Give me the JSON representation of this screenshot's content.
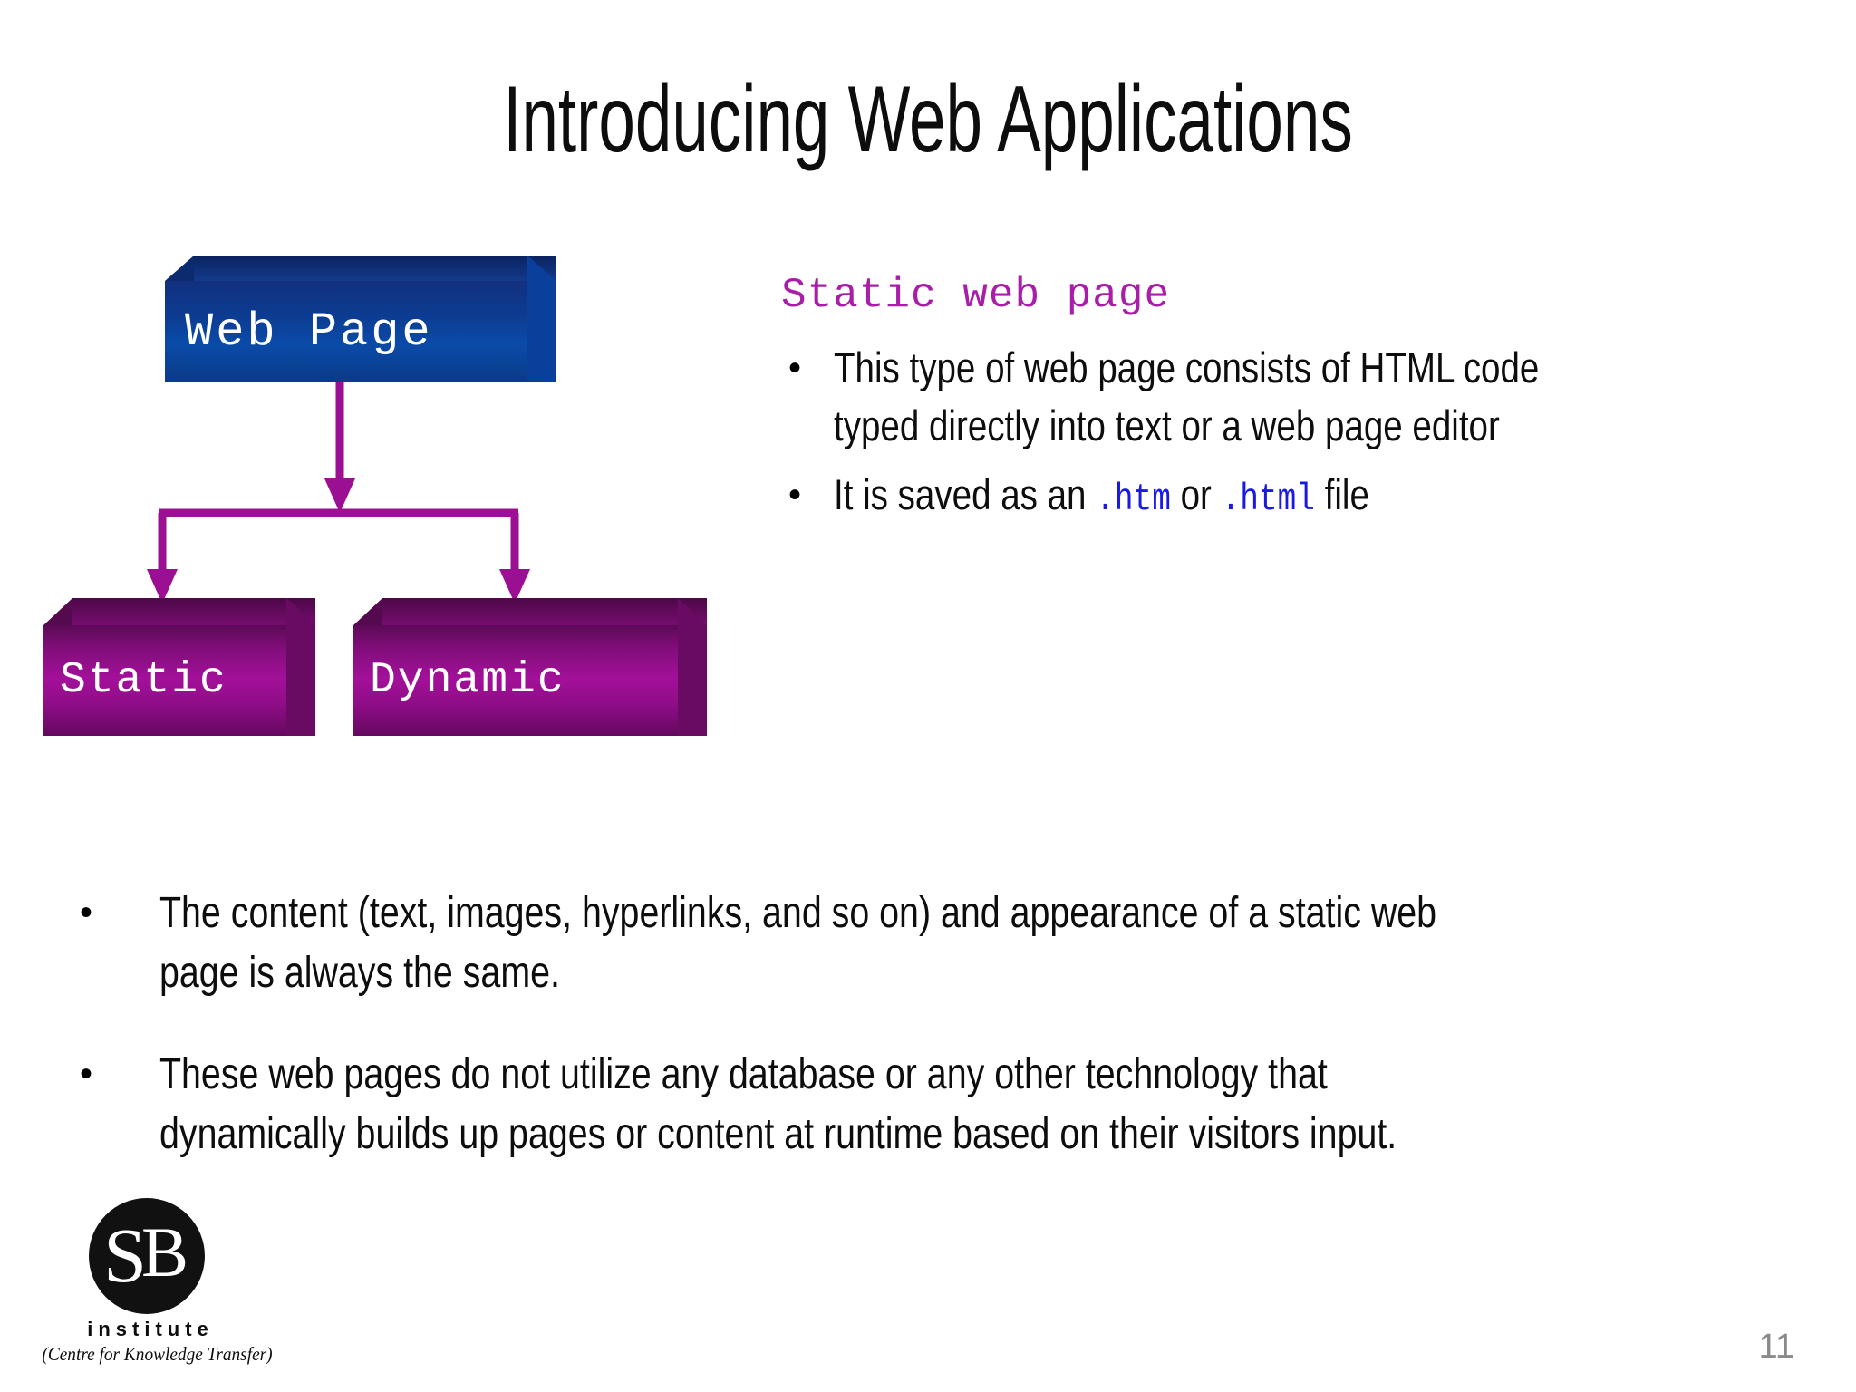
{
  "slide": {
    "title": "Introducing Web Applications",
    "page_number": "11",
    "background_color": "#ffffff"
  },
  "diagram": {
    "name": "web-page-classification-diagram",
    "connector_color": "#9b0f92",
    "nodes": [
      {
        "id": "web-page",
        "label": "Web Page",
        "color": "#0c3c92",
        "role": "root"
      },
      {
        "id": "static",
        "label": "Static",
        "color": "#8e0d86",
        "role": "child"
      },
      {
        "id": "dynamic",
        "label": "Dynamic",
        "color": "#8e0d86",
        "role": "child"
      }
    ],
    "edges": [
      {
        "from": "web-page",
        "to": "static"
      },
      {
        "from": "web-page",
        "to": "dynamic"
      }
    ]
  },
  "right_column": {
    "heading": "Static web page",
    "heading_color": "#a81ea8",
    "bullet_symbol": "•",
    "bullets": [
      {
        "parts": [
          {
            "text": "This type of web page consists of HTML code typed directly into text or a web page editor",
            "style": "normal"
          }
        ]
      },
      {
        "parts": [
          {
            "text": "It is saved as an ",
            "style": "normal"
          },
          {
            "text": ".htm",
            "style": "code"
          },
          {
            "text": " or ",
            "style": "normal"
          },
          {
            "text": ".html",
            "style": "code"
          },
          {
            "text": " file",
            "style": "normal"
          }
        ]
      }
    ],
    "code_color": "#1a1ae0"
  },
  "bottom_bullets": {
    "bullet_symbol": "•",
    "items": [
      "The content (text, images, hyperlinks, and so on) and  appearance of a static web page is always the same.",
      "These web pages do not utilize any database or any other technology that dynamically builds up pages or content at runtime based on their visitors input."
    ]
  },
  "logo": {
    "monogram": "SB",
    "name": "institute",
    "tagline": "(Centre for Knowledge Transfer)",
    "mark_color": "#111111"
  }
}
